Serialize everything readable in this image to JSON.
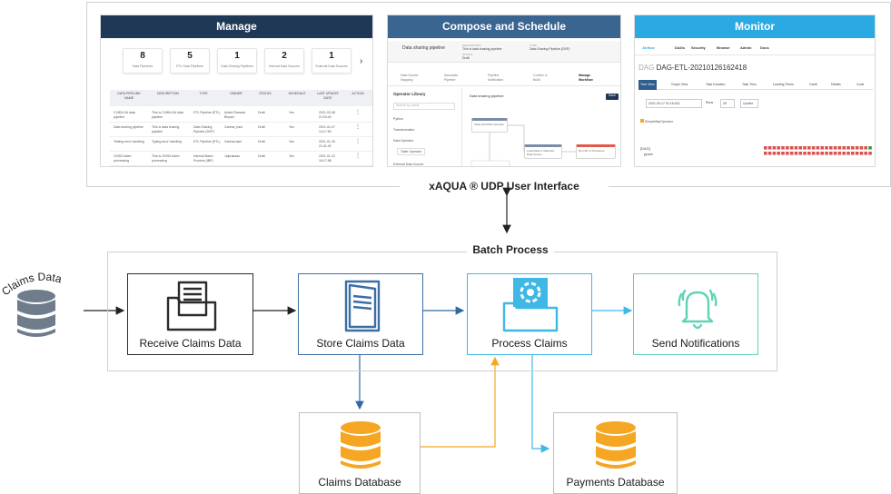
{
  "ui": {
    "caption": "xAQUA ® UDP User Interface",
    "manage": {
      "title": "Manage",
      "header_color": "#1f3855",
      "stats": [
        {
          "value": "8",
          "label": "Data Pipelines"
        },
        {
          "value": "5",
          "label": "ETL Data Pipelines"
        },
        {
          "value": "1",
          "label": "Data Sharing Pipelines"
        },
        {
          "value": "2",
          "label": "Internal Data Sources"
        },
        {
          "value": "1",
          "label": "External Data Sources"
        }
      ],
      "columns": [
        "DATA PIPELINE NAME",
        "DESCRIPTION",
        "TYPE",
        "OWNER",
        "STATUS",
        "SCHEDULE",
        "LAST UPDATE DATE",
        "ACTION"
      ],
      "rows": [
        [
          "CV80LCkf data pipeline",
          "This is CV80LCkf data pipeline",
          "ETL Pipeline (ETL)",
          "Avishi Ramesh Bhyani",
          "Draft",
          "Yes",
          "2021-03-08 21:03:40",
          "⋮"
        ],
        [
          "Data sharing pipeline",
          "This is data sharing pipeline",
          "Data Sharing Pipeline (DSP)",
          "Garima_bani",
          "Draft",
          "Yes",
          "2021-01-07 14:17:53",
          "⋮"
        ],
        [
          "Testing error handling",
          "Typing error handling",
          "ETL Pipeline (ETL)",
          "Garima.bani",
          "Draft",
          "Yes",
          "2021-01-26 21:31:40",
          "⋮"
        ],
        [
          "OVI53 batch processing",
          "This is OVI53 batch processing",
          "Internal Batch Process (IBP)",
          "Jaiprakaas",
          "Draft",
          "Yes",
          "2021-01-22 16:17:58",
          "⋮"
        ]
      ]
    },
    "compose": {
      "title": "Compose and Schedule",
      "header_color": "#3a6591",
      "pipeline_name": "Data sharing pipeline",
      "description_label": "DESCRIPTION",
      "description": "This is data sharing pipeline",
      "type_label": "TYPE",
      "type": "Data Sharing Pipeline (DSP)",
      "status_label": "STATUS",
      "status": "Draft",
      "tabs": [
        "Data Source Mapping",
        "Associate Pipeline",
        "Pipeline Notification",
        "Confirm & Build",
        "Manage Workflow"
      ],
      "sidebar_title": "Operator Library",
      "search_placeholder": "Search by name",
      "sidebar_items": [
        "Python",
        "Transformation",
        "Data Operator",
        "Table Operator",
        "External Data Source"
      ],
      "canvas_title": "Data sharing pipeline",
      "save_label": "Save",
      "nodes": [
        "Table DAT2024 Operator",
        "Load Data to Table Ext Data Source",
        "Run SP or Procedure"
      ]
    },
    "monitor": {
      "title": "Monitor",
      "header_color": "#2aa9e3",
      "brand": "Airflow",
      "nav": [
        "DAGs",
        "Security",
        "Browse",
        "Admin",
        "Docs"
      ],
      "dag_prefix": "DAG",
      "dag_name": "DAG-ETL-20210126162418",
      "tabs": [
        "Tree View",
        "Graph View",
        "Task Duration",
        "Task Tries",
        "Landing Times",
        "Gantt",
        "Details",
        "Code"
      ],
      "date_value": "2021-03-17 01:16:152",
      "runs_label": "Runs",
      "runs_value": "25",
      "update_label": "Update",
      "legend_op": "SimpleHttpOperator",
      "tree_root": "[DAG]",
      "tree_child": "ppser"
    }
  },
  "diagram": {
    "input_label": "Claims Data",
    "batch_title": "Batch Process",
    "steps": [
      {
        "label": "Receive Claims Data",
        "color": "#2b2b2b"
      },
      {
        "label": "Store Claims Data",
        "color": "#3c6fa5"
      },
      {
        "label": "Process  Claims",
        "color": "#3fb8e6"
      },
      {
        "label": "Send Notifications",
        "color": "#5fd2b8"
      }
    ],
    "stores": [
      {
        "label": "Claims Database",
        "color": "#f5a623"
      },
      {
        "label": "Payments Database",
        "color": "#f5a623"
      }
    ],
    "arrow_colors": {
      "dark": "#222222",
      "blue": "#2f6aa3",
      "light_blue": "#3fb8e6",
      "orange": "#f5a623",
      "db_gray": "#6f7c8c"
    }
  }
}
